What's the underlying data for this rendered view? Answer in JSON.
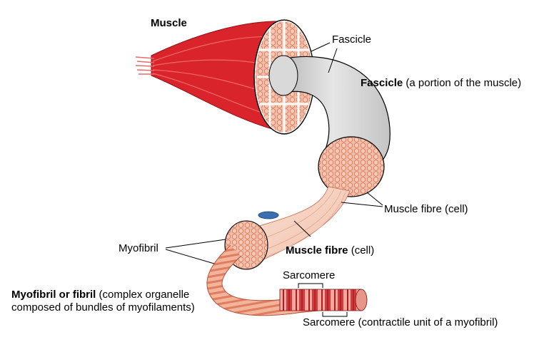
{
  "labels": {
    "muscle": "Muscle",
    "fascicle_short": "Fascicle",
    "fascicle_bold": "Fascicle",
    "fascicle_desc": "(a portion of the muscle)",
    "muscle_fibre_cell": "Muscle fibre (cell)",
    "muscle_fibre_bold": "Muscle fibre",
    "muscle_fibre_suffix": "(cell)",
    "myofibril": "Myofibril",
    "myofibril_bold": "Myofibril or fibril",
    "myofibril_desc_1": "(complex organelle",
    "myofibril_desc_2": "composed of bundles of myofilaments)",
    "sarcomere_top": "Sarcomere",
    "sarcomere_bottom": "Sarcomere (contractile unit of a myofibril)"
  },
  "colors": {
    "muscle_red": "#d8242a",
    "muscle_dark": "#a3151b",
    "cell_pink": "#f3b8a1",
    "cell_edge": "#c76a4c",
    "fascicle_gray": "#d9d9d9",
    "fibre_light": "#f7d3c4",
    "nucleus_blue": "#3a6fb0",
    "line": "#000000"
  }
}
